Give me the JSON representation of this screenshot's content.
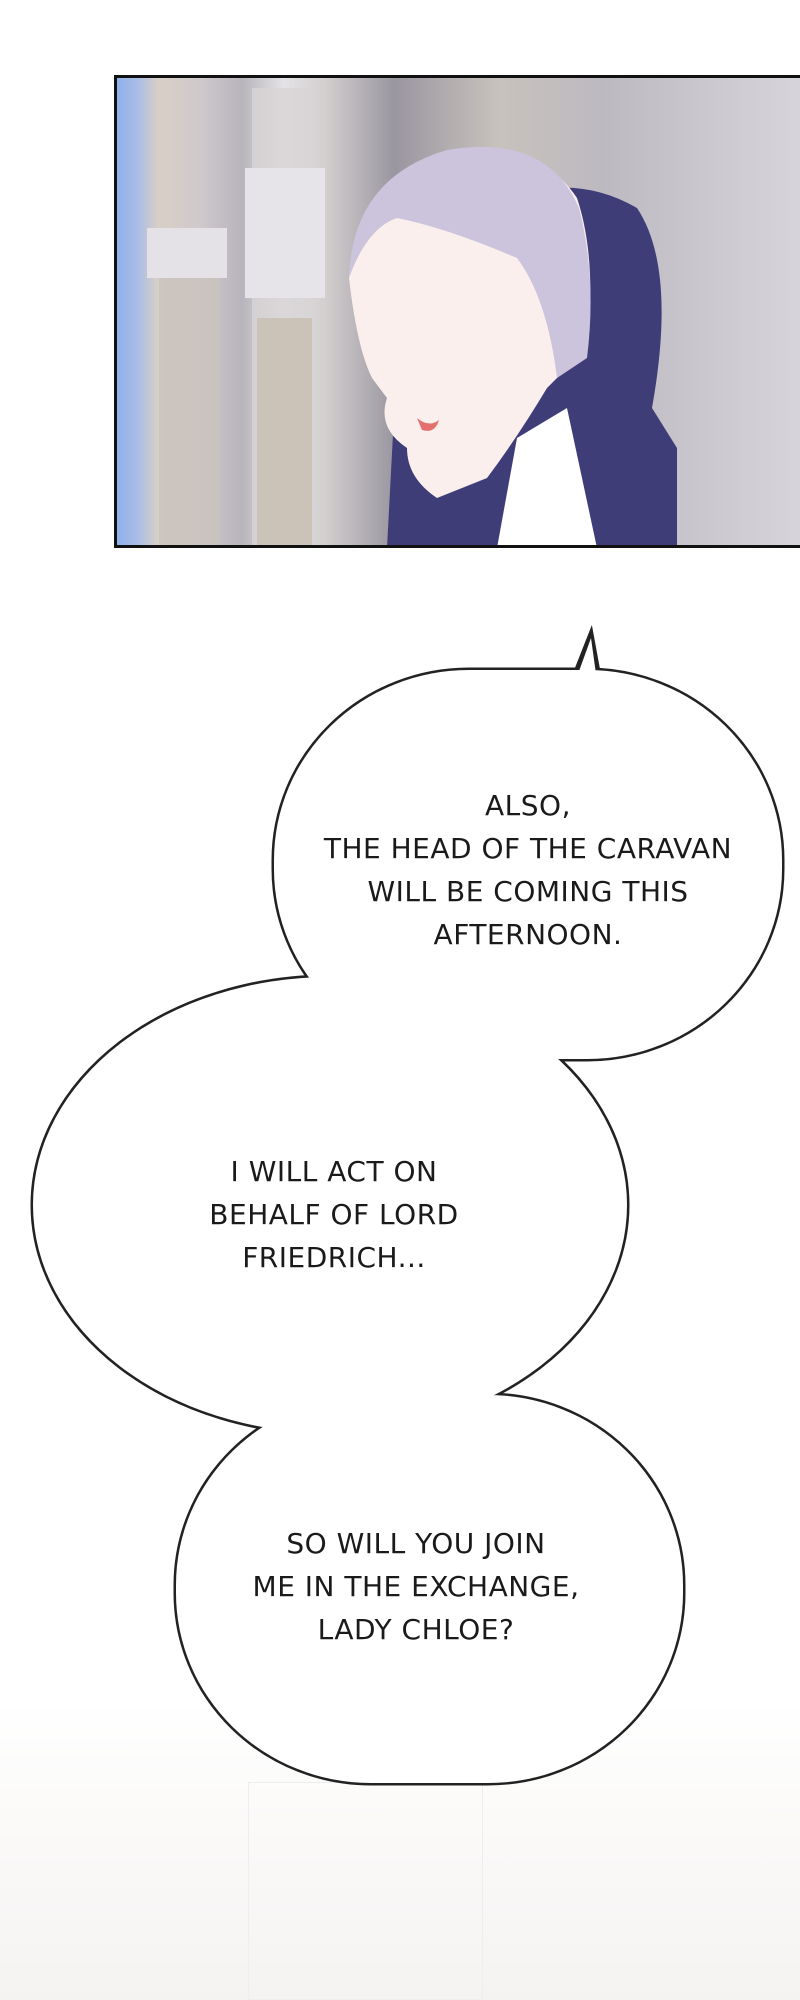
{
  "panel": {
    "description_icon": "comic-panel-art"
  },
  "bubbles": [
    {
      "lines": [
        "ALSO,",
        "THE HEAD OF THE CARAVAN",
        "WILL BE COMING THIS",
        "AFTERNOON."
      ]
    },
    {
      "lines": [
        "I WILL ACT ON",
        "BEHALF OF LORD",
        "FRIEDRICH..."
      ]
    },
    {
      "lines": [
        "SO WILL YOU JOIN",
        "ME IN THE EXCHANGE,",
        "LADY CHLOE?"
      ]
    }
  ]
}
